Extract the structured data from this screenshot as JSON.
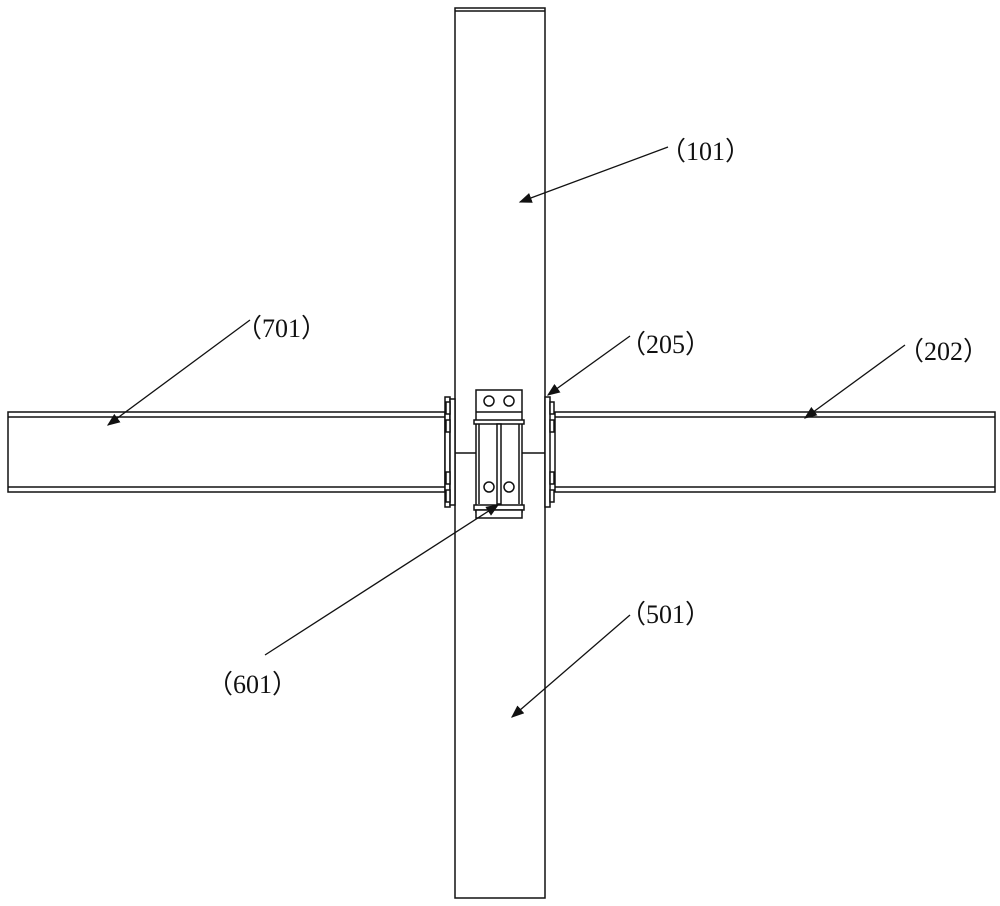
{
  "labels": {
    "l101": "（101）",
    "l701": "（701）",
    "l205": "（205）",
    "l202": "（202）",
    "l601": "（601）",
    "l501": "（501）"
  },
  "colors": {
    "line": "#111111",
    "background": "#ffffff"
  }
}
